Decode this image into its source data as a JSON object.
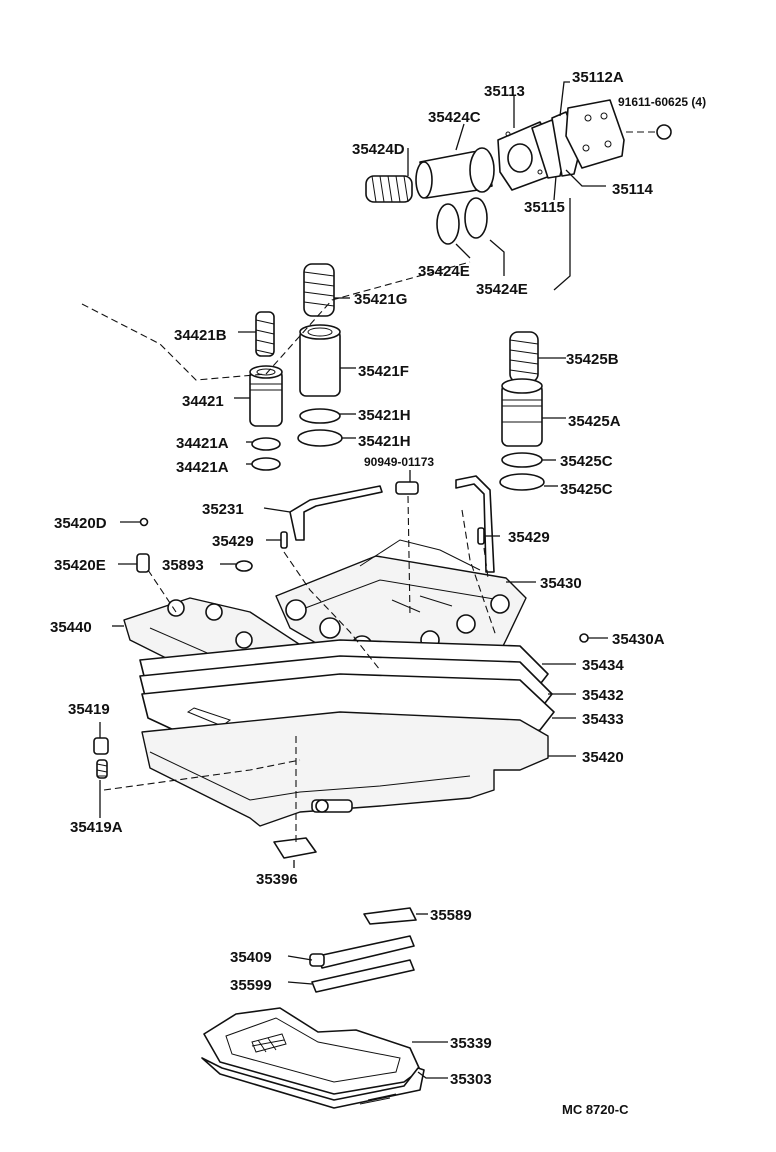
{
  "diagram": {
    "footer_code": "MC 8720-C",
    "labels": {
      "l35112A": "35112A",
      "l35113": "35113",
      "l91611": "91611-60625 (4)",
      "l35424C": "35424C",
      "l35424D": "35424D",
      "l35114": "35114",
      "l35115": "35115",
      "l35424E_1": "35424E",
      "l35424E_2": "35424E",
      "l35421G": "35421G",
      "l34421B": "34421B",
      "l35421F": "35421F",
      "l35425B": "35425B",
      "l34421": "34421",
      "l35421H_1": "35421H",
      "l35425A": "35425A",
      "l34421A_1": "34421A",
      "l35421H_2": "35421H",
      "l34421A_2": "34421A",
      "l35425C_1": "35425C",
      "l90949": "90949-01173",
      "l35425C_2": "35425C",
      "l35231": "35231",
      "l35420D": "35420D",
      "l35429_1": "35429",
      "l35429_2": "35429",
      "l35420E": "35420E",
      "l35893": "35893",
      "l35430": "35430",
      "l35440": "35440",
      "l35430A": "35430A",
      "l35434": "35434",
      "l35432": "35432",
      "l35419": "35419",
      "l35433": "35433",
      "l35420": "35420",
      "l35419A": "35419A",
      "l35396": "35396",
      "l35589": "35589",
      "l35409": "35409",
      "l35599": "35599",
      "l35339": "35339",
      "l35303": "35303"
    }
  }
}
